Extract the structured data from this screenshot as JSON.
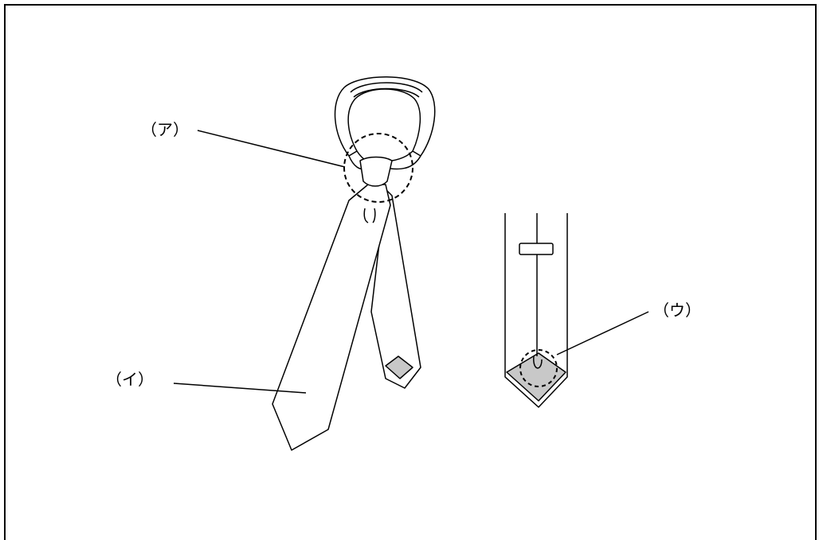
{
  "labels": {
    "a": "（ア）",
    "i": "（イ）",
    "u": "（ウ）"
  },
  "colors": {
    "stroke": "#000000",
    "fill_gray": "#c8c8c8",
    "background": "#ffffff"
  }
}
